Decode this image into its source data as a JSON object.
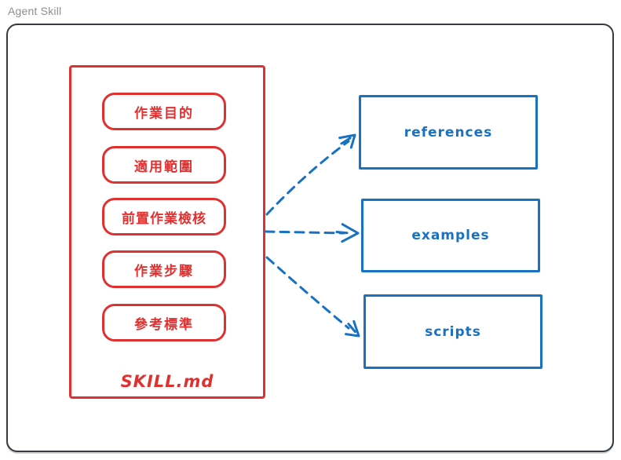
{
  "header": {
    "title": "Agent Skill"
  },
  "colors": {
    "red": "#e03131",
    "blue": "#1971c2",
    "frame": "#343a40",
    "title_gray": "#8f8f8f"
  },
  "skill_file": {
    "caption": "SKILL.md",
    "sections": [
      {
        "label": "作業目的"
      },
      {
        "label": "適用範圍"
      },
      {
        "label": "前置作業檢核"
      },
      {
        "label": "作業步驟"
      },
      {
        "label": "參考標準"
      }
    ]
  },
  "resources": [
    {
      "label": "references"
    },
    {
      "label": "examples"
    },
    {
      "label": "scripts"
    }
  ],
  "arrows": [
    {
      "from": "SKILL.md",
      "to": "references",
      "style": "dashed"
    },
    {
      "from": "SKILL.md",
      "to": "examples",
      "style": "dashed"
    },
    {
      "from": "SKILL.md",
      "to": "scripts",
      "style": "dashed"
    }
  ]
}
